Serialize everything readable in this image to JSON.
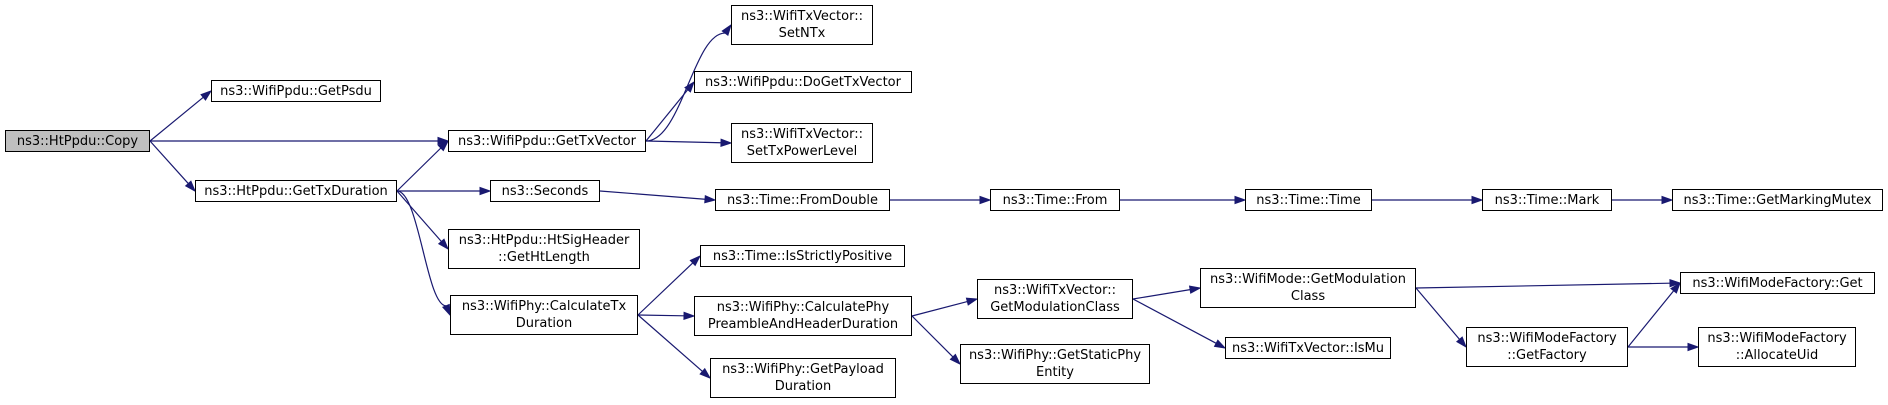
{
  "colors": {
    "edge": "#191970",
    "root_fill": "#bfbfbf",
    "node_fill": "#ffffff",
    "border": "#000000"
  },
  "nodes": {
    "copy": {
      "lines": [
        "ns3::HtPpdu::Copy"
      ]
    },
    "getpsdu": {
      "lines": [
        "ns3::WifiPpdu::GetPsdu"
      ]
    },
    "gettxvector": {
      "lines": [
        "ns3::WifiPpdu::GetTxVector"
      ]
    },
    "gettxduration": {
      "lines": [
        "ns3::HtPpdu::GetTxDuration"
      ]
    },
    "setntx": {
      "lines": [
        "ns3::WifiTxVector::",
        "SetNTx"
      ]
    },
    "dogettxvector": {
      "lines": [
        "ns3::WifiPpdu::DoGetTxVector"
      ]
    },
    "settxpowerlevel": {
      "lines": [
        "ns3::WifiTxVector::",
        "SetTxPowerLevel"
      ]
    },
    "seconds": {
      "lines": [
        "ns3::Seconds"
      ]
    },
    "fromdouble": {
      "lines": [
        "ns3::Time::FromDouble"
      ]
    },
    "from": {
      "lines": [
        "ns3::Time::From"
      ]
    },
    "time": {
      "lines": [
        "ns3::Time::Time"
      ]
    },
    "mark": {
      "lines": [
        "ns3::Time::Mark"
      ]
    },
    "getmarkingmutex": {
      "lines": [
        "ns3::Time::GetMarkingMutex"
      ]
    },
    "gethtlength": {
      "lines": [
        "ns3::HtPpdu::HtSigHeader",
        "::GetHtLength"
      ]
    },
    "calculatetxduration": {
      "lines": [
        "ns3::WifiPhy::CalculateTx",
        "Duration"
      ]
    },
    "isstrictlypositive": {
      "lines": [
        "ns3::Time::IsStrictlyPositive"
      ]
    },
    "calcpreamble": {
      "lines": [
        "ns3::WifiPhy::CalculatePhy",
        "PreambleAndHeaderDuration"
      ]
    },
    "getpayloadduration": {
      "lines": [
        "ns3::WifiPhy::GetPayload",
        "Duration"
      ]
    },
    "txv_getmodclass": {
      "lines": [
        "ns3::WifiTxVector::",
        "GetModulationClass"
      ]
    },
    "getstaticphy": {
      "lines": [
        "ns3::WifiPhy::GetStaticPhy",
        "Entity"
      ]
    },
    "mode_getmodclass": {
      "lines": [
        "ns3::WifiMode::GetModulation",
        "Class"
      ]
    },
    "ismu": {
      "lines": [
        "ns3::WifiTxVector::IsMu"
      ]
    },
    "factory_get": {
      "lines": [
        "ns3::WifiModeFactory::Get"
      ]
    },
    "getfactory": {
      "lines": [
        "ns3::WifiModeFactory",
        "::GetFactory"
      ]
    },
    "allocateuid": {
      "lines": [
        "ns3::WifiModeFactory",
        "::AllocateUid"
      ]
    }
  },
  "edges": [
    [
      "copy",
      "getpsdu"
    ],
    [
      "copy",
      "gettxvector"
    ],
    [
      "copy",
      "gettxduration"
    ],
    [
      "gettxvector",
      "setntx"
    ],
    [
      "gettxvector",
      "dogettxvector"
    ],
    [
      "gettxvector",
      "settxpowerlevel"
    ],
    [
      "gettxduration",
      "gettxvector"
    ],
    [
      "gettxduration",
      "seconds"
    ],
    [
      "gettxduration",
      "gethtlength"
    ],
    [
      "gettxduration",
      "calculatetxduration"
    ],
    [
      "seconds",
      "fromdouble"
    ],
    [
      "fromdouble",
      "from"
    ],
    [
      "from",
      "time"
    ],
    [
      "time",
      "mark"
    ],
    [
      "mark",
      "getmarkingmutex"
    ],
    [
      "calculatetxduration",
      "isstrictlypositive"
    ],
    [
      "calculatetxduration",
      "calcpreamble"
    ],
    [
      "calculatetxduration",
      "getpayloadduration"
    ],
    [
      "calcpreamble",
      "txv_getmodclass"
    ],
    [
      "calcpreamble",
      "getstaticphy"
    ],
    [
      "txv_getmodclass",
      "mode_getmodclass"
    ],
    [
      "txv_getmodclass",
      "ismu"
    ],
    [
      "mode_getmodclass",
      "factory_get"
    ],
    [
      "mode_getmodclass",
      "getfactory"
    ],
    [
      "getfactory",
      "factory_get"
    ],
    [
      "getfactory",
      "allocateuid"
    ]
  ]
}
